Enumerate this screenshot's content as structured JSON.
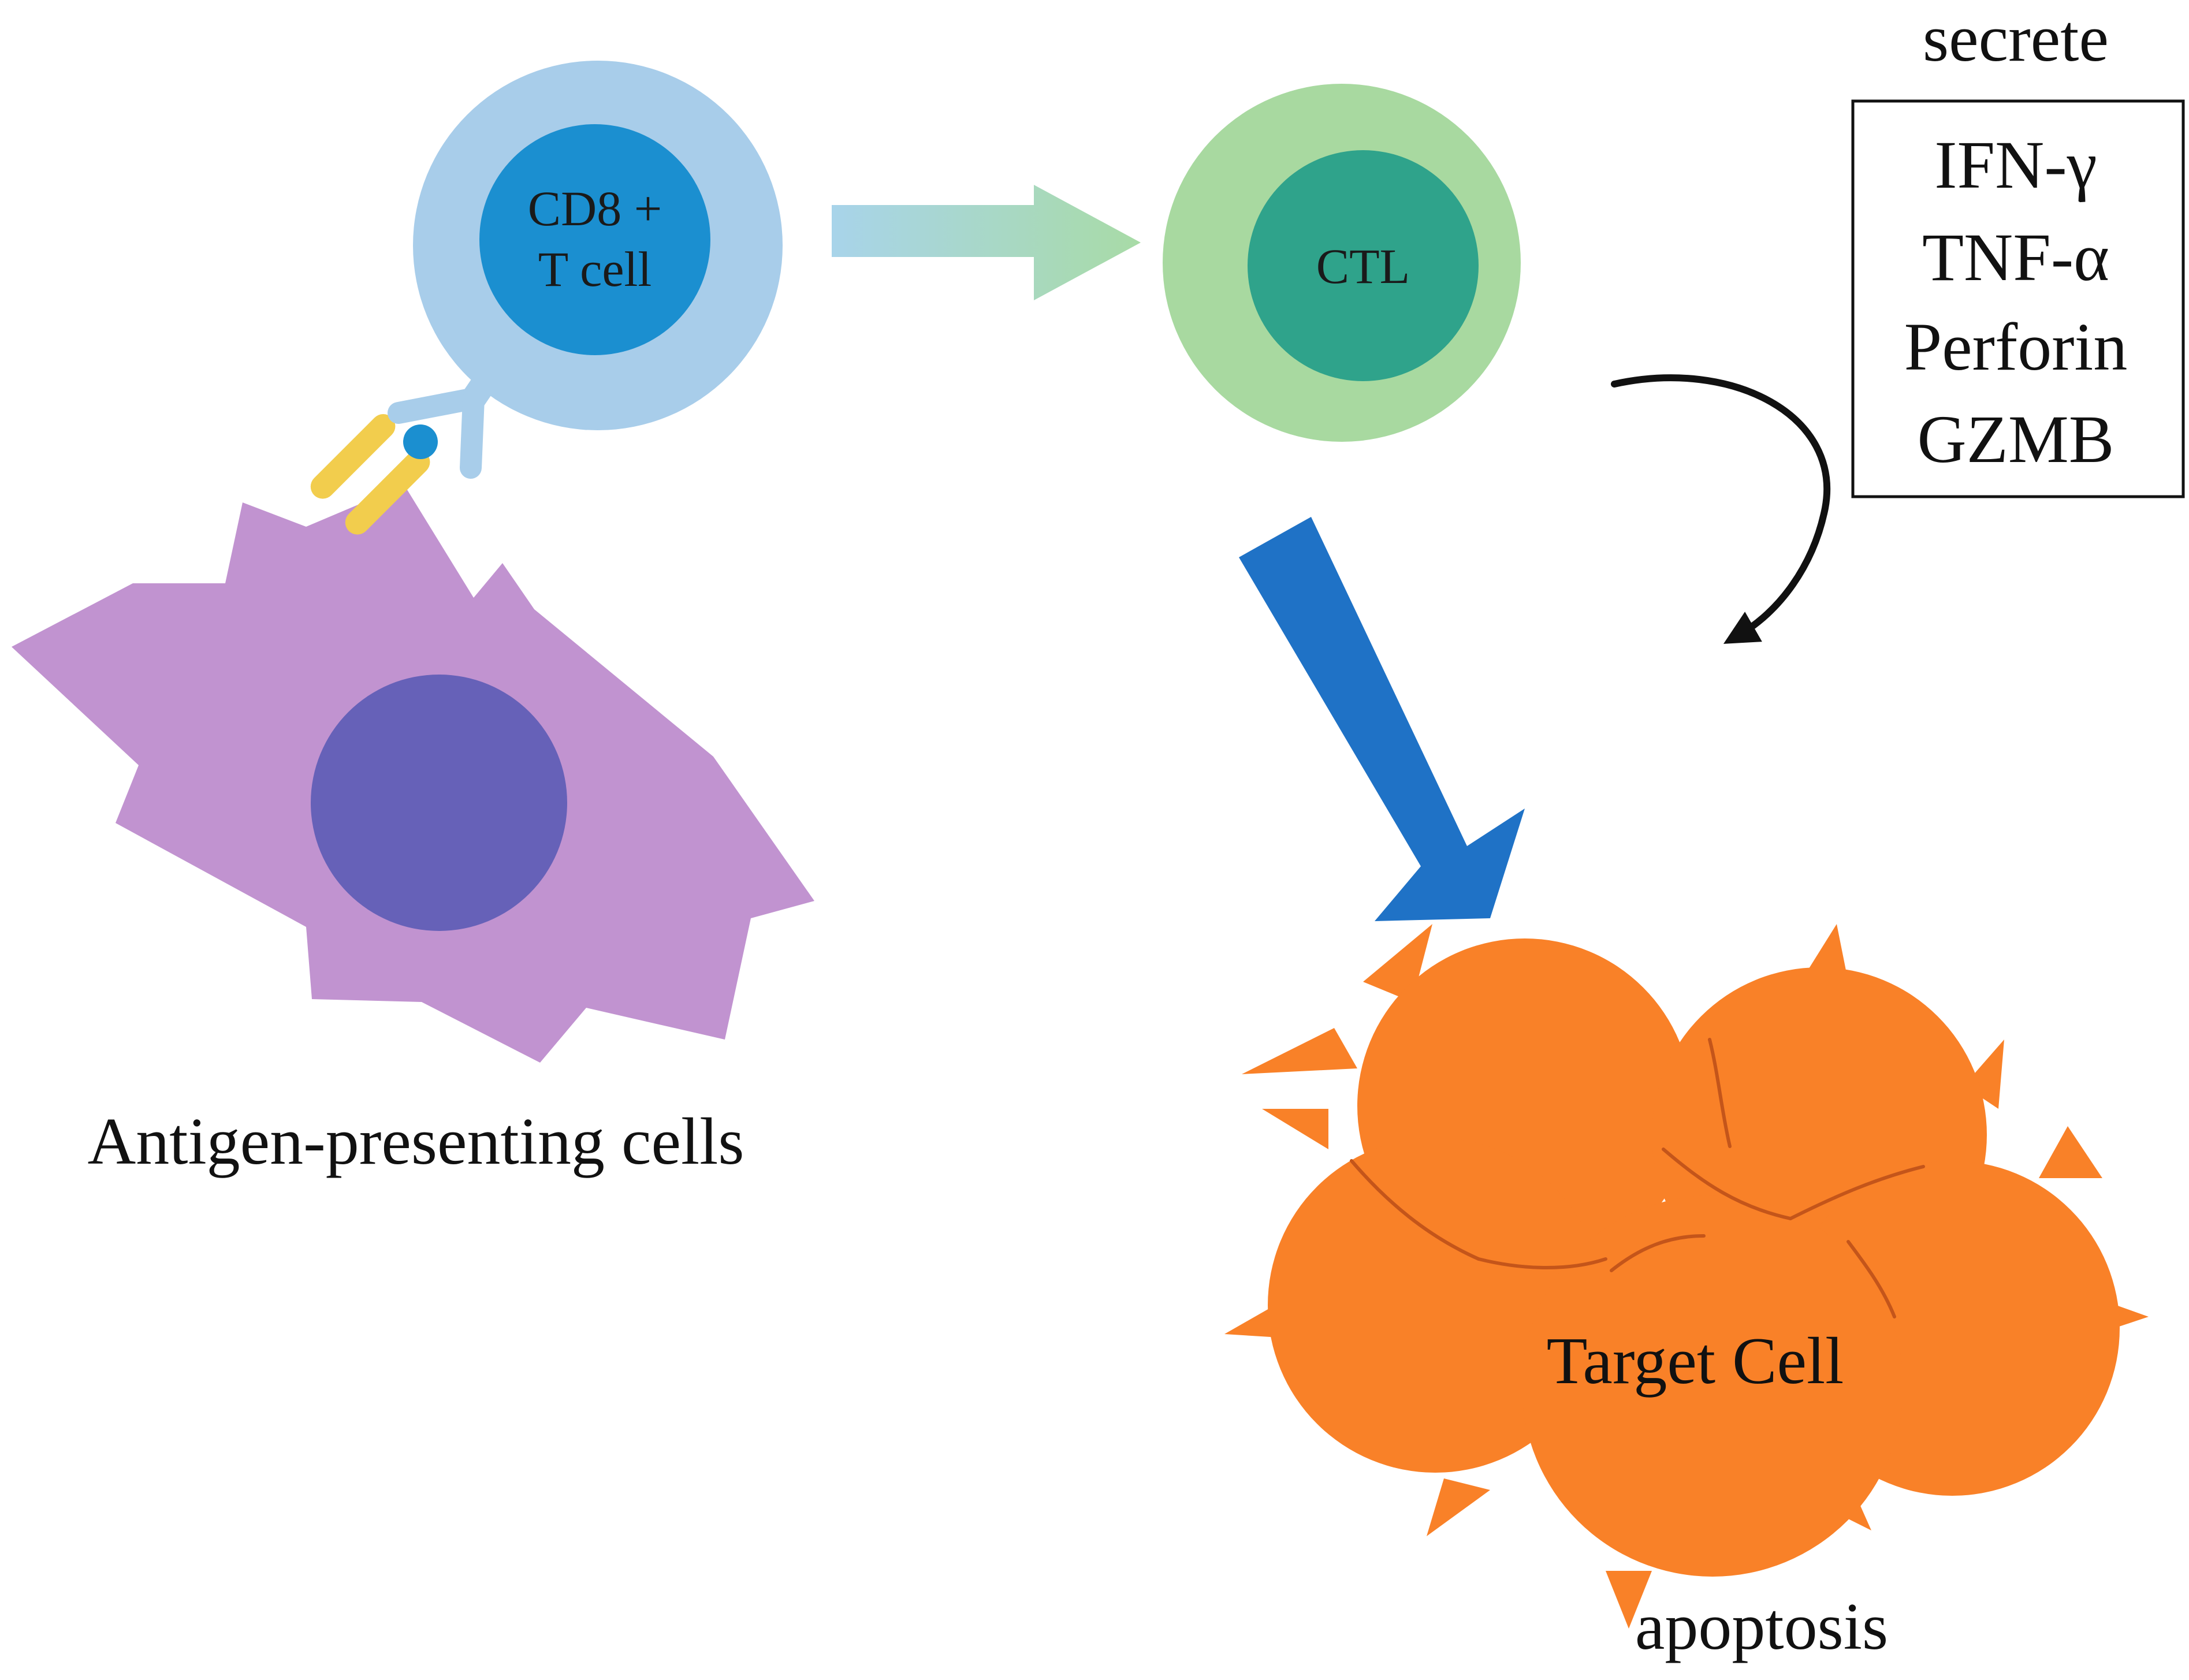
{
  "diagram": {
    "cd8_label_line1": "CD8 +",
    "cd8_label_line2": "T cell",
    "ctl_label": "CTL",
    "apc_label": "Antigen-presenting cells",
    "secrete_label": "secrete",
    "secreted_items": [
      "IFN-γ",
      "TNF-α",
      "Perforin",
      "GZMB"
    ],
    "target_label": "Target Cell",
    "apoptosis_label": "apoptosis"
  },
  "colors": {
    "cd8_outer": "#a8cdea",
    "cd8_inner": "#1b8fd0",
    "ctl_outer": "#a8d9a0",
    "ctl_inner": "#2fa38b",
    "apc_body": "#c193d0",
    "apc_nucleus": "#6661b8",
    "receptor": "#a8cdea",
    "antigen": "#f2cd4d",
    "big_arrow": "#1f72c6",
    "target_cell": "#f98128"
  }
}
